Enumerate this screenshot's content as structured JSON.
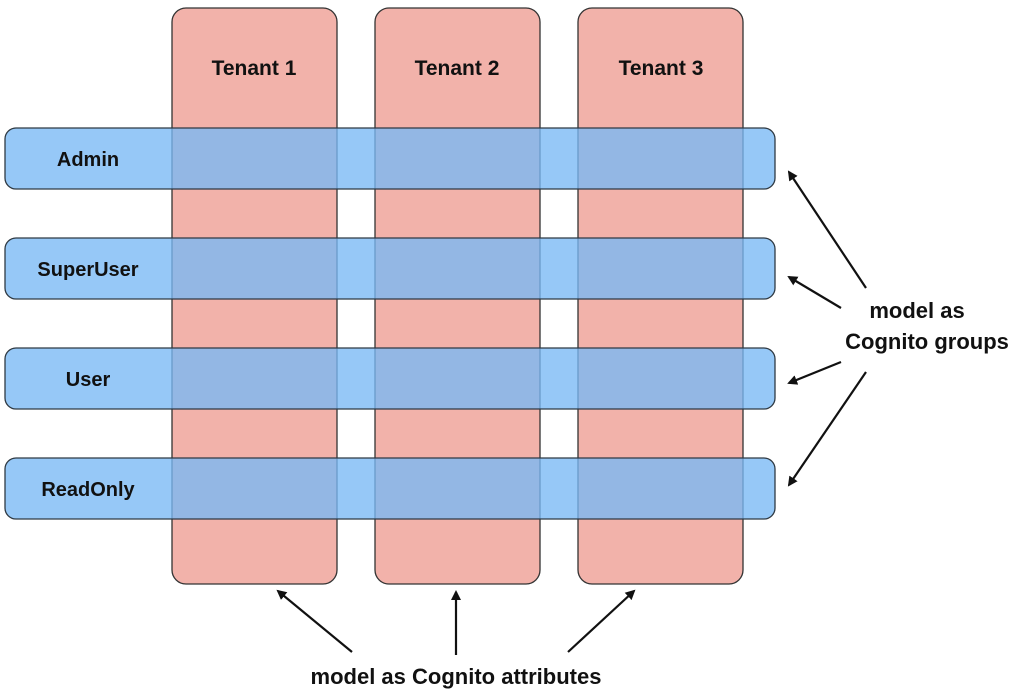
{
  "tenants": [
    {
      "label": "Tenant 1"
    },
    {
      "label": "Tenant 2"
    },
    {
      "label": "Tenant 3"
    }
  ],
  "roles": [
    {
      "label": "Admin"
    },
    {
      "label": "SuperUser"
    },
    {
      "label": "User"
    },
    {
      "label": "ReadOnly"
    }
  ],
  "annotations": {
    "groups_line1": "model as",
    "groups_line2": "Cognito groups",
    "attributes": "model as Cognito attributes"
  },
  "colors": {
    "tenant_fill": "#f2b2aa",
    "role_fill": "#78b9f5",
    "outline": "#333333",
    "text": "#111111"
  }
}
